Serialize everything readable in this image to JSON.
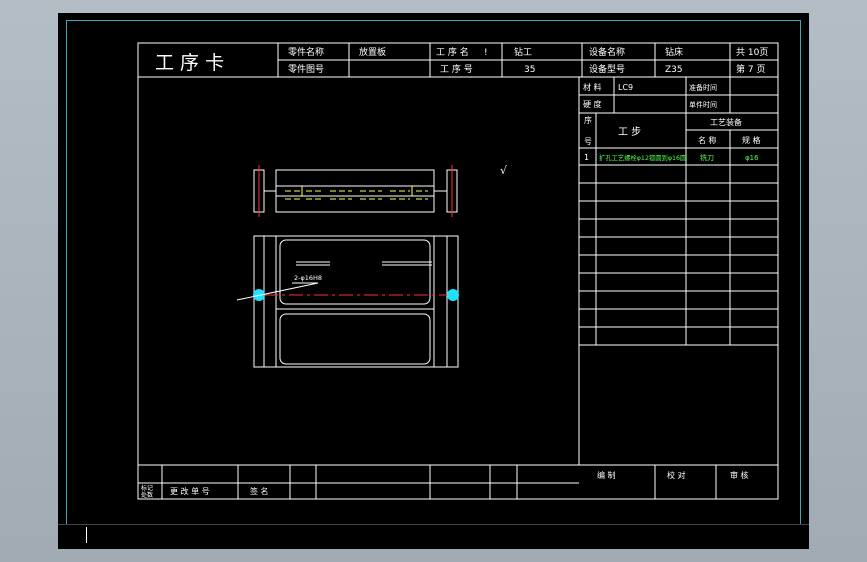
{
  "card": {
    "title": "工 序 卡",
    "part_name_label": "零件名称",
    "part_name_value": "放置板",
    "part_no_label": "零件图号",
    "process_name_label": "工 序 名",
    "process_name_mark": "!",
    "process_name_value": "钻工",
    "process_no_label": "工 序 号",
    "process_no_value": "35",
    "equip_name_label": "设备名称",
    "equip_name_value": "钻床",
    "equip_model_label": "设备型号",
    "equip_model_value": "Z35",
    "total_pages": "共 10页",
    "page_no": "第 7 页",
    "material_label": "材 料",
    "material_value": "LC9",
    "hardness_label": "硬 度",
    "prep_time_label": "准备时间",
    "unit_time_label": "单件时间",
    "seq_label_top": "序",
    "seq_label_bottom": "号",
    "step_label": "工 步",
    "equip_header": "工艺装备",
    "equip_name_col": "名 称",
    "equip_spec_col": "规 格",
    "steps": [
      {
        "no": "1",
        "text": "扩孔工艺螺栓φ12锪圆到φ16圆",
        "tool": "铣刀",
        "spec": "φ16"
      }
    ],
    "mark_label_top": "标记",
    "mark_label_bottom": "处数",
    "change_doc_label": "更 改 单 号",
    "sign_label": "签 名",
    "compile_label": "编 制",
    "check_label": "校 对",
    "approve_label": "审 核"
  },
  "drawing": {
    "hole_note": "2-φ16H8",
    "roughness_symbol": "√"
  }
}
